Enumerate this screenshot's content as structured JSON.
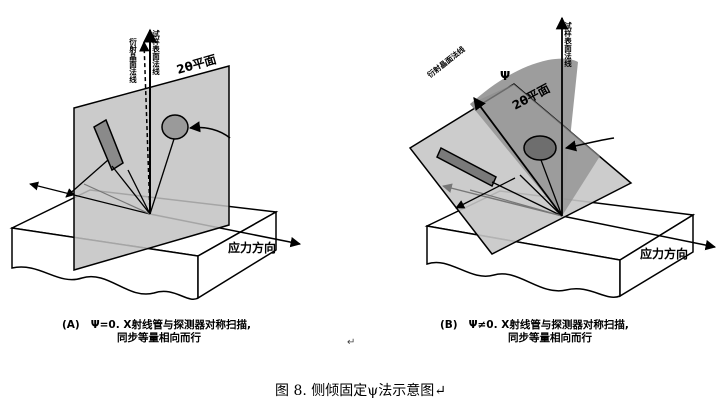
{
  "panel_a": {
    "plane_label": "2θ平面",
    "sample_normal_label": "试样表面法线",
    "crystal_normal_label": "衍射晶面法线",
    "stress_direction_label": "应力方向",
    "caption_tag": "(A)",
    "caption_line1": "Ψ=0. X射线管与探测器对称扫描,",
    "caption_line2": "同步等量相向而行"
  },
  "panel_b": {
    "psi_symbol": "Ψ",
    "plane_label": "2θ平面",
    "sample_normal_label": "试样表面法线",
    "crystal_normal_label": "衍射晶面法线",
    "stress_direction_label": "应力方向",
    "caption_tag": "(B)",
    "caption_line1": "Ψ≠0. X射线管与探测器对称扫描,",
    "caption_line2": "同步等量相向而行"
  },
  "return_mark": "↵",
  "figure_title": "图 8.  侧倾固定ψ法示意图↵"
}
